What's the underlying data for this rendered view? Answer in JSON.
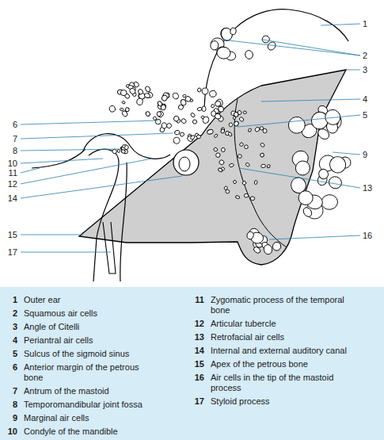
{
  "diagram": {
    "labels": [
      "1",
      "2",
      "3",
      "4",
      "5",
      "6",
      "7",
      "8",
      "9",
      "10",
      "11",
      "12",
      "13",
      "14",
      "15",
      "16",
      "17",
      "1",
      "Outer ear",
      "2",
      "Squamous air cells",
      "3",
      "Angle of Citelli",
      "4",
      "Periantral air cells",
      "5",
      "Sulcus of the sigmoid sinus",
      "6",
      "Anterior margin of the petrous bone",
      "7",
      "Antrum of the mastoid",
      "8",
      "Temporomandibular joint fossa",
      "9",
      "Marginal air cells",
      "10",
      "Condyle of the mandible",
      "11",
      "Zygomatic process of the temporal bone",
      "12",
      "Articular tubercle",
      "13",
      "Retrofacial air cells",
      "14",
      "Internal and external auditory canal",
      "15",
      "Apex of the petrous bone",
      "16",
      "Air cells in the tip of the mastoid process",
      "17",
      "Styloid process"
    ]
  }
}
